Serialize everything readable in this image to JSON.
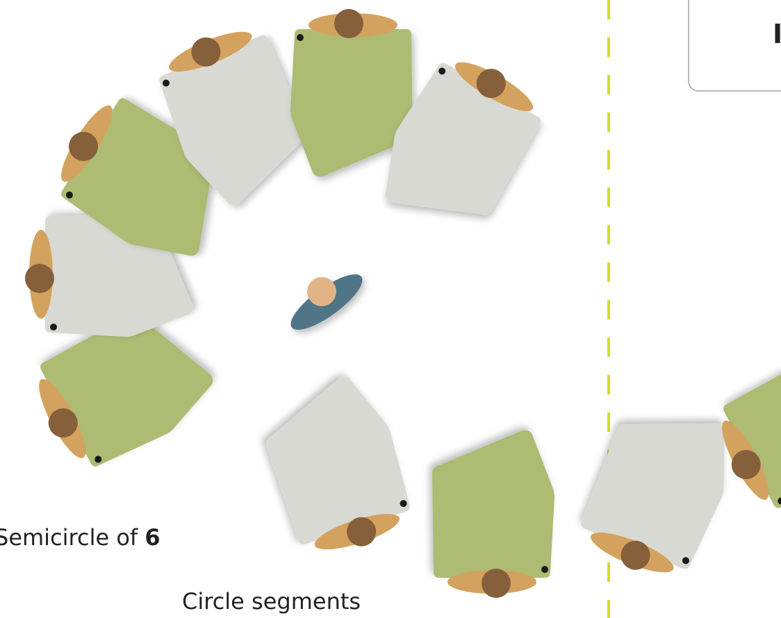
{
  "labels": {
    "semicircle_prefix": "Semicircle of ",
    "semicircle_count": "6",
    "circle_segments": "Circle segments",
    "panel_letter": "I"
  },
  "colors": {
    "desk_green": "#adbb73",
    "desk_grey": "#d9d9d3",
    "chair_seat": "#d4a25f",
    "head": "#86603a",
    "marker_dot": "#1a1a1a",
    "divider": "#d3de23",
    "presenter_body": "#4f7486",
    "presenter_head": "#e0b485",
    "panel_border": "#9aa4ad"
  },
  "icons": {
    "student": "seated-person-icon",
    "presenter": "standing-person-icon"
  }
}
